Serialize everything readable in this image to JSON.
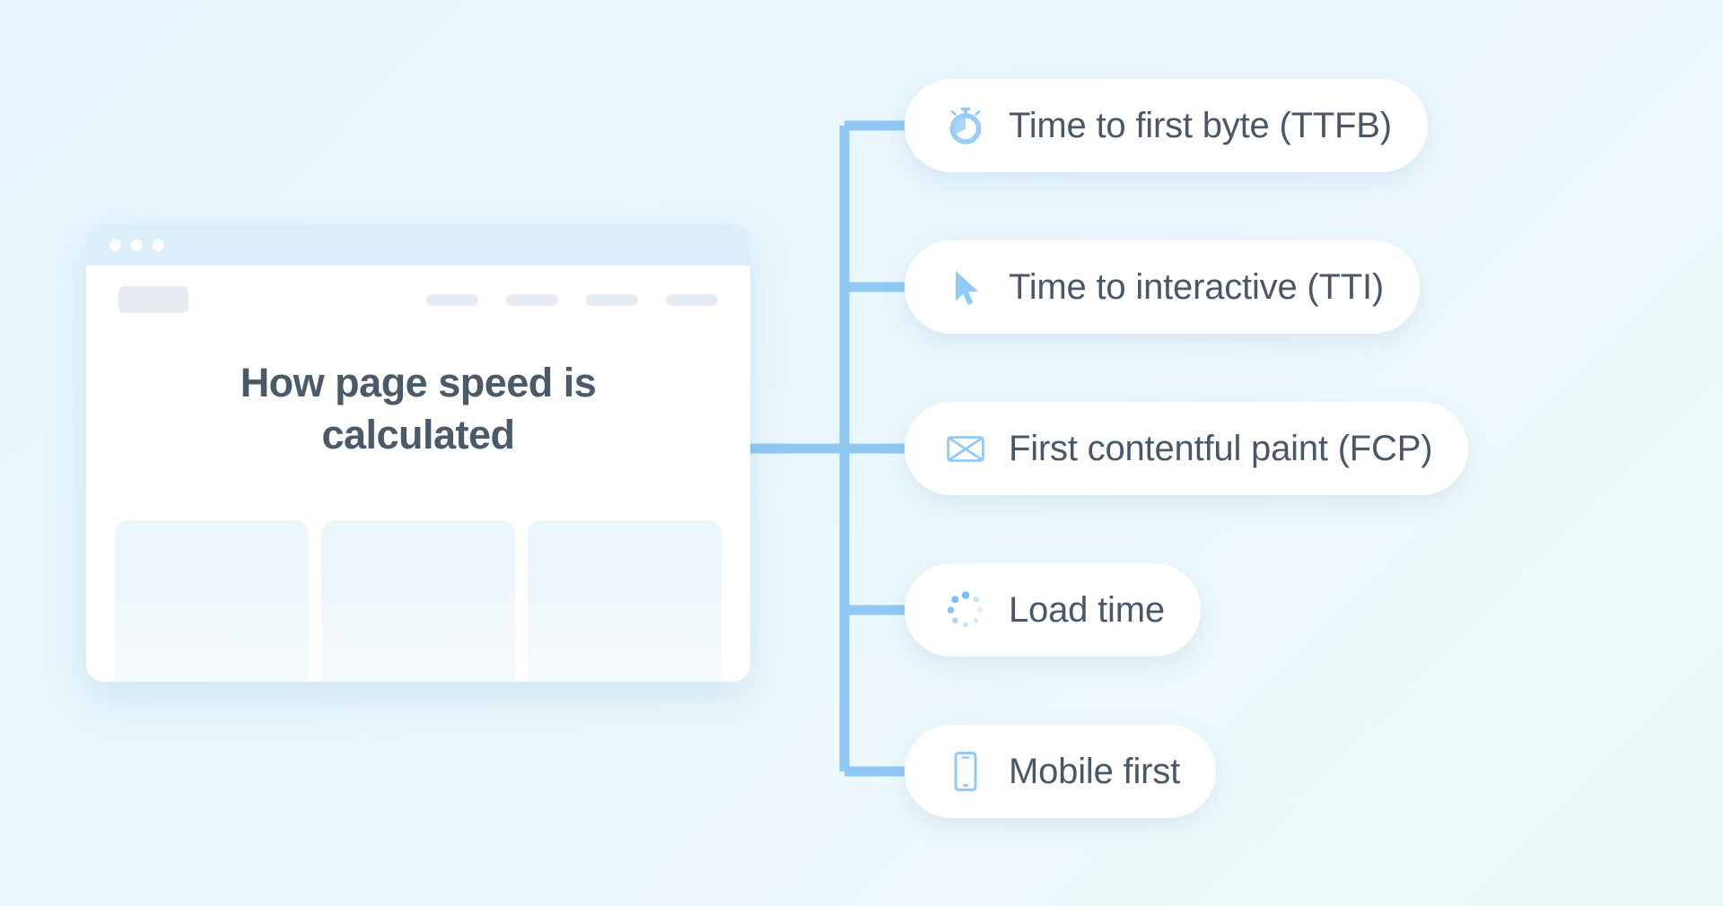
{
  "theme": {
    "background_start": "#e6f5fd",
    "background_end": "#eafaf8",
    "connector_color": "#8ec8f3",
    "icon_color": "#90cbf7",
    "text_color": "#495868",
    "card_background": "#ffffff",
    "titlebar_color": "#dceefa"
  },
  "browser": {
    "window_dots": [
      "dot-1",
      "dot-2",
      "dot-3"
    ],
    "nav": {
      "logo_placeholder": "logo-placeholder",
      "link_placeholders": [
        "nav-pill-1",
        "nav-pill-2",
        "nav-pill-3",
        "nav-pill-4"
      ]
    },
    "headline": "How page speed is calculated",
    "content_placeholders": [
      "content-card-1",
      "content-card-2",
      "content-card-3"
    ]
  },
  "diagram": {
    "type": "tree",
    "root": "How page speed is calculated",
    "branch_count": 5,
    "items": [
      {
        "label": "Time to first byte (TTFB)",
        "icon": "stopwatch-icon"
      },
      {
        "label": "Time to interactive (TTI)",
        "icon": "cursor-arrow-icon"
      },
      {
        "label": "First contentful paint (FCP)",
        "icon": "envelope-icon"
      },
      {
        "label": "Load time",
        "icon": "loading-spinner-icon"
      },
      {
        "label": "Mobile first",
        "icon": "mobile-phone-icon"
      }
    ]
  }
}
